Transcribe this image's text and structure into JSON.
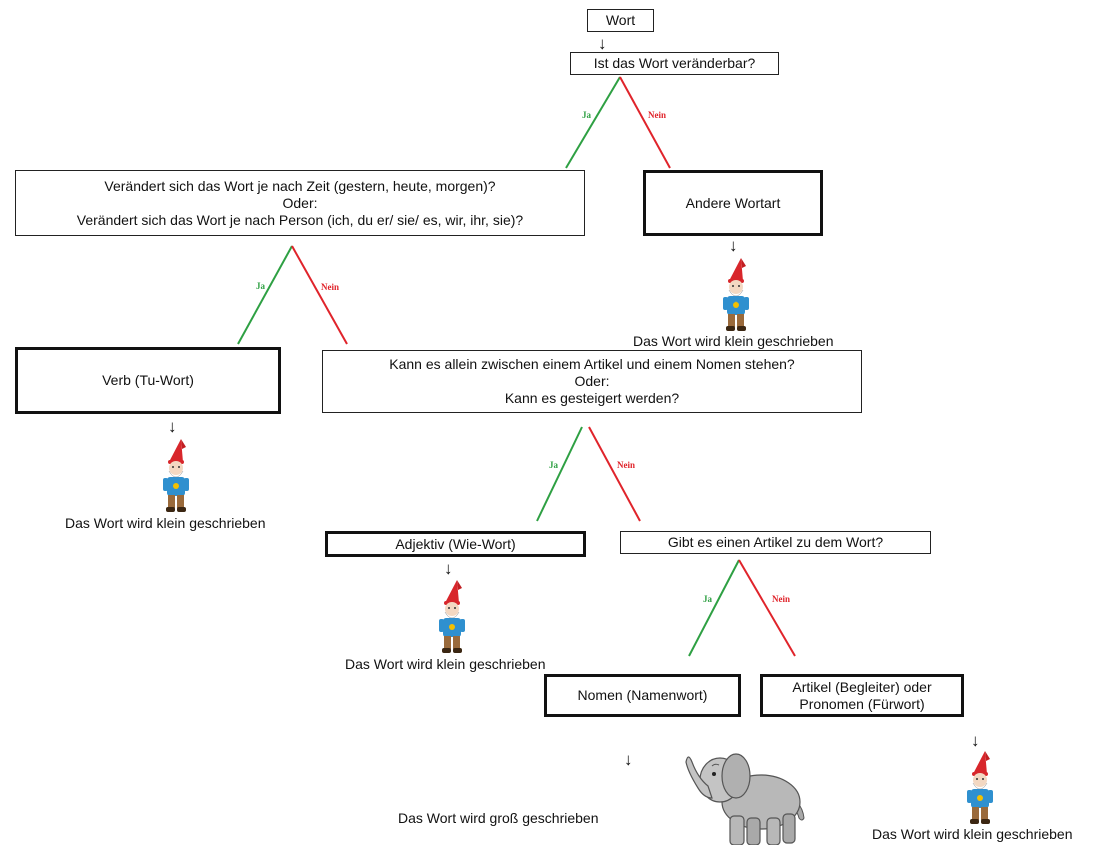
{
  "nodes": {
    "wort": "Wort",
    "q1": "Ist das Wort veränderbar?",
    "q2": [
      "Verändert sich das Wort je nach Zeit (gestern, heute, morgen)?",
      "Oder:",
      "Verändert sich das Wort je nach Person (ich, du er/ sie/ es, wir, ihr, sie)?"
    ],
    "andere": "Andere Wortart",
    "verb": "Verb (Tu-Wort)",
    "q3": [
      "Kann es allein zwischen einem Artikel und einem Nomen stehen?",
      "Oder:",
      "Kann es gesteigert werden?"
    ],
    "adjektiv": "Adjektiv (Wie-Wort)",
    "q4": "Gibt es einen Artikel zu dem Wort?",
    "nomen": "Nomen (Namenwort)",
    "artikel": [
      "Artikel (Begleiter) oder",
      "Pronomen (Fürwort)"
    ]
  },
  "edge_labels": {
    "yes": "Ja",
    "no": "Nein"
  },
  "arrow_symbol": "↓",
  "outcomes": {
    "klein": "Das Wort wird klein geschrieben",
    "gross": "Das Wort wird groß geschrieben"
  },
  "colors": {
    "yes": "#2ea043",
    "no": "#e0242b"
  },
  "icons": {
    "small_letter": "gnome-icon",
    "capital_letter": "elephant-icon"
  }
}
